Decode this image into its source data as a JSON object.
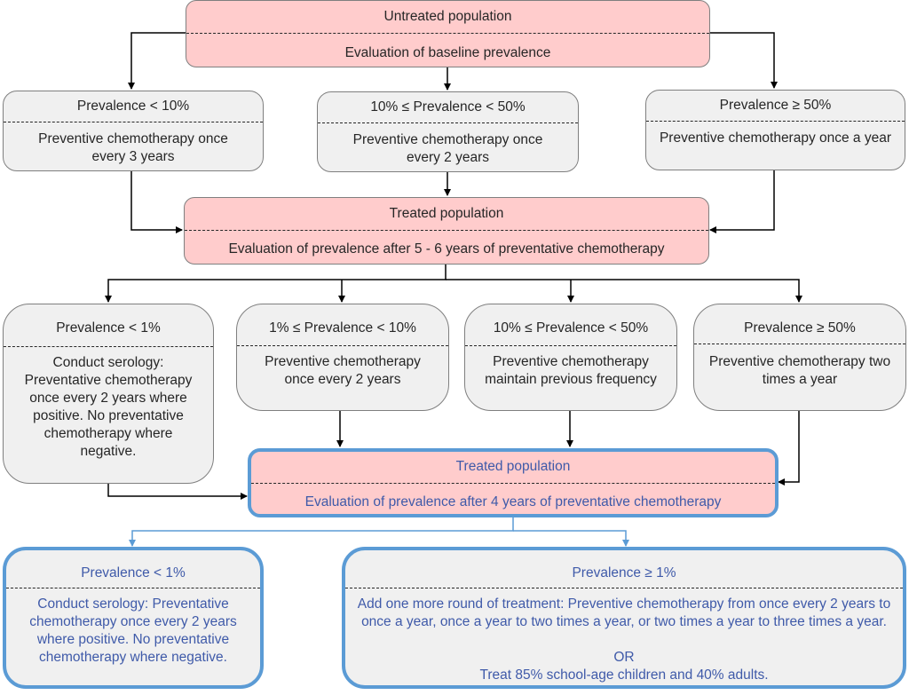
{
  "colors": {
    "eval_fill": "#ffcccc",
    "option_fill": "#f0f0f0",
    "highlight_border": "#5b9bd5",
    "highlight_text": "#3f5aa9",
    "line": "#000000"
  },
  "untreated": {
    "title": "Untreated population",
    "subtitle": "Evaluation of baseline prevalence"
  },
  "baseline_options": [
    {
      "condition": "Prevalence < 10%",
      "action": "Preventive chemotherapy once every 3 years"
    },
    {
      "condition": "10% ≤ Prevalence < 50%",
      "action": "Preventive chemotherapy once every 2 years"
    },
    {
      "condition": "Prevalence ≥ 50%",
      "action": "Preventive chemotherapy once a year"
    }
  ],
  "treated_1": {
    "title": "Treated population",
    "subtitle": "Evaluation of prevalence after 5 - 6 years of preventative chemotherapy"
  },
  "second_options": [
    {
      "condition": "Prevalence < 1%",
      "action": "Conduct serology: Preventative chemotherapy once every 2 years where positive. No preventative chemotherapy where negative."
    },
    {
      "condition": "1% ≤ Prevalence < 10%",
      "action": "Preventive chemotherapy once every 2 years"
    },
    {
      "condition": "10% ≤ Prevalence < 50%",
      "action": "Preventive chemotherapy maintain previous frequency"
    },
    {
      "condition": "Prevalence ≥ 50%",
      "action": "Preventive chemotherapy two times a year"
    }
  ],
  "treated_2": {
    "title": "Treated population",
    "subtitle": "Evaluation of prevalence after 4 years of preventative chemotherapy"
  },
  "final_options": [
    {
      "condition": "Prevalence < 1%",
      "action": "Conduct serology: Preventative chemotherapy once every 2 years where positive. No preventative chemotherapy where negative."
    },
    {
      "condition": "Prevalence ≥ 1%",
      "action": "Add one more round of treatment: Preventive chemotherapy from once every 2 years to once a year, once a year to two times a year, or two times a year to three times a year.",
      "or_label": "OR",
      "alternative": "Treat 85% school-age children and 40% adults."
    }
  ]
}
